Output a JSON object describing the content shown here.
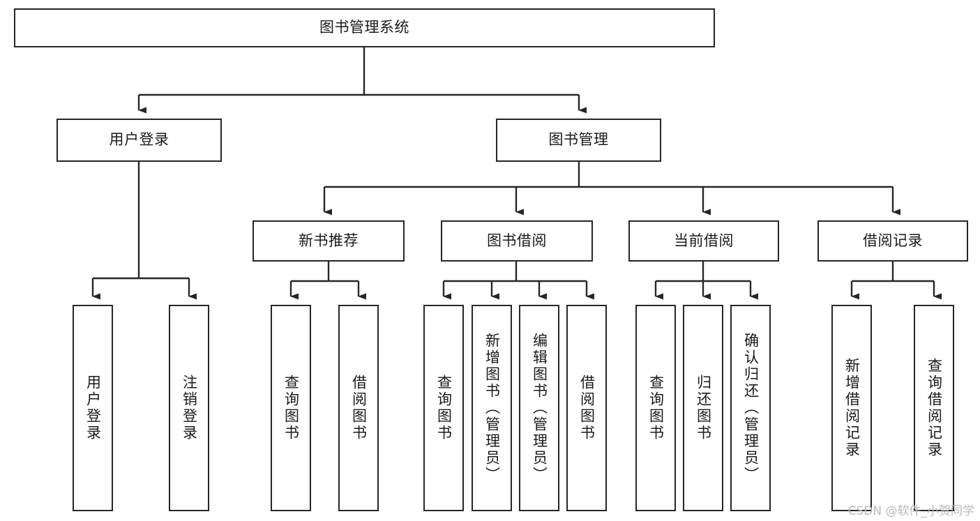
{
  "diagram": {
    "type": "tree-hierarchy",
    "title": "图书管理系统",
    "watermark": "CSDN @软件_小贺同学",
    "colors": {
      "border": "#262626",
      "fill": "#ffffff",
      "text": "#1a1a1a",
      "connector": "#262626",
      "watermark": "#b9b9b9"
    },
    "levels": {
      "root": {
        "label": "图书管理系统"
      },
      "level2": [
        {
          "id": "user-login",
          "label": "用户登录"
        },
        {
          "id": "book-management",
          "label": "图书管理"
        }
      ],
      "level3": [
        {
          "id": "new-book-recommend",
          "label": "新书推荐",
          "parent": "book-management"
        },
        {
          "id": "book-borrow",
          "label": "图书借阅",
          "parent": "book-management"
        },
        {
          "id": "current-borrow",
          "label": "当前借阅",
          "parent": "book-management"
        },
        {
          "id": "borrow-record",
          "label": "借阅记录",
          "parent": "book-management"
        }
      ],
      "leaves": [
        {
          "id": "leaf-user-login",
          "label": "用户登录",
          "parent": "user-login"
        },
        {
          "id": "leaf-user-logout",
          "label": "注销登录",
          "parent": "user-login"
        },
        {
          "id": "leaf-query-book-1",
          "label": "查询图书",
          "parent": "new-book-recommend"
        },
        {
          "id": "leaf-borrow-book-1",
          "label": "借阅图书",
          "parent": "new-book-recommend"
        },
        {
          "id": "leaf-query-book-2",
          "label": "查询图书",
          "parent": "book-borrow"
        },
        {
          "id": "leaf-add-book",
          "label": "新增图书（管理员）",
          "parent": "book-borrow"
        },
        {
          "id": "leaf-edit-book",
          "label": "编辑图书（管理员）",
          "parent": "book-borrow"
        },
        {
          "id": "leaf-borrow-book-2",
          "label": "借阅图书",
          "parent": "book-borrow"
        },
        {
          "id": "leaf-query-book-3",
          "label": "查询图书",
          "parent": "current-borrow"
        },
        {
          "id": "leaf-return-book",
          "label": "归还图书",
          "parent": "current-borrow"
        },
        {
          "id": "leaf-confirm-return",
          "label": "确认归还（管理员）",
          "parent": "current-borrow"
        },
        {
          "id": "leaf-add-record",
          "label": "新增借阅记录",
          "parent": "borrow-record"
        },
        {
          "id": "leaf-query-record",
          "label": "查询借阅记录",
          "parent": "borrow-record"
        }
      ]
    }
  }
}
